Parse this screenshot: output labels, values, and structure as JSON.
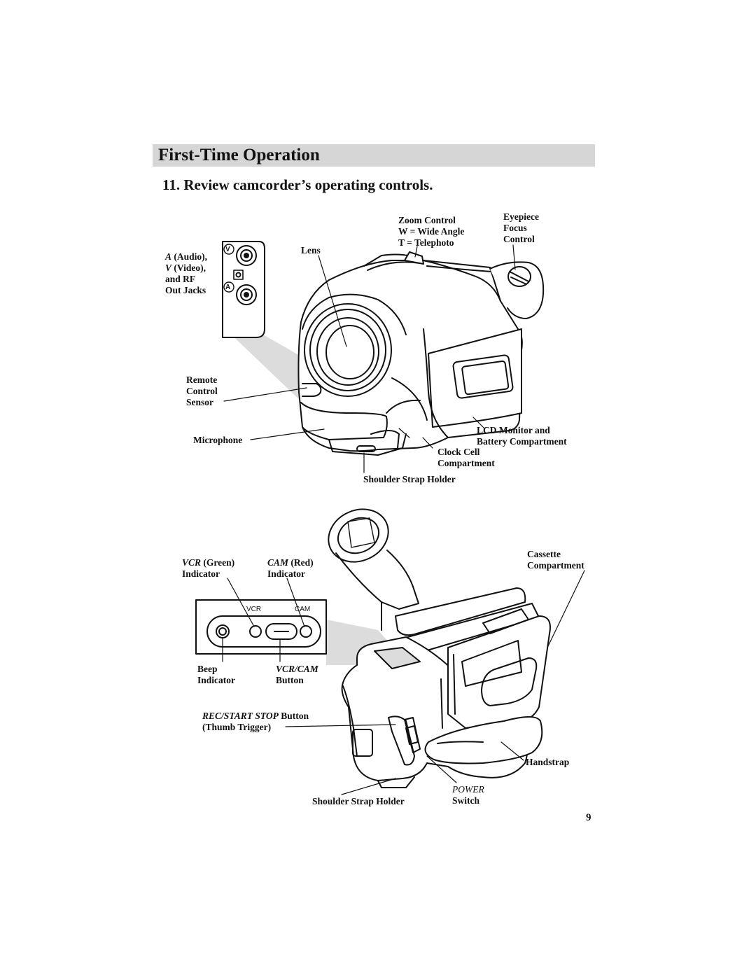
{
  "section": {
    "title": "First-Time Operation"
  },
  "step": {
    "title": "11.  Review camcorder’s operating controls."
  },
  "top_diagram": {
    "labels": {
      "zoom_control": [
        "Zoom Control",
        "W =  Wide Angle",
        "T  =  Telephoto"
      ],
      "eyepiece_focus": [
        "Eyepiece",
        "Focus",
        "Control"
      ],
      "lens": "Lens",
      "jacks": {
        "a_italic": "A",
        "a_rest": " (Audio),",
        "v_italic": "V",
        "v_rest": " (Video),",
        "rf": "and RF",
        "out": "Out Jacks"
      },
      "remote_sensor": [
        "Remote",
        "Control",
        "Sensor"
      ],
      "microphone": "Microphone",
      "lcd_battery": [
        "LCD Monitor and",
        "Battery Compartment"
      ],
      "clock_cell": [
        "Clock Cell",
        "Compartment"
      ],
      "shoulder_strap": "Shoulder Strap Holder"
    },
    "jack_letters": {
      "v": "V",
      "a": "A"
    }
  },
  "bottom_diagram": {
    "labels": {
      "vcr_indicator": {
        "italic": "VCR",
        "rest": " (Green)",
        "second": "Indicator"
      },
      "cam_indicator": {
        "italic": "CAM",
        "rest": " (Red)",
        "second": "Indicator"
      },
      "cassette": [
        "Cassette",
        "Compartment"
      ],
      "beep": [
        "Beep",
        "Indicator"
      ],
      "vcr_cam_button": {
        "italic": "VCR/CAM",
        "second": "Button"
      },
      "rec_start": {
        "italic": "REC/START STOP",
        "rest": " Button",
        "second": "(Thumb Trigger)"
      },
      "handstrap": "Handstrap",
      "power": {
        "italic": "POWER",
        "second": "Switch"
      },
      "shoulder_strap": "Shoulder Strap Holder"
    },
    "panel": {
      "vcr": "VCR",
      "cam": "CAM"
    }
  },
  "page_number": "9"
}
